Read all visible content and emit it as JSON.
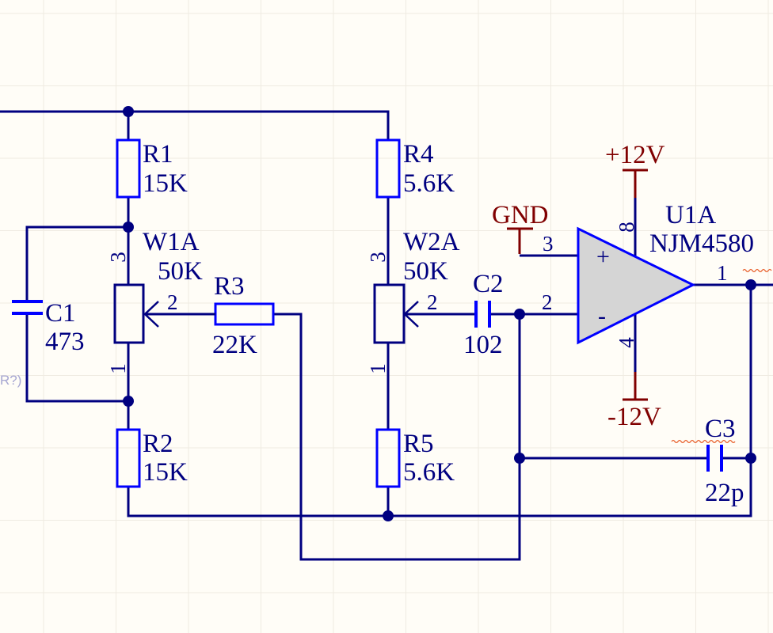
{
  "colors": {
    "bg": "#FFFDF7",
    "grid": "#EFEBE2",
    "wire": "#000080",
    "component": "#0000FF",
    "text": "#000080",
    "power": "#800000",
    "opamp_fill": "#D5D5D5",
    "error_marker": "#E8602C",
    "offsheet_text": "#A6A6D2"
  },
  "components": {
    "R1": {
      "designator": "R1",
      "value": "15K"
    },
    "R2": {
      "designator": "R2",
      "value": "15K"
    },
    "R3": {
      "designator": "R3",
      "value": "22K"
    },
    "R4": {
      "designator": "R4",
      "value": "5.6K"
    },
    "R5": {
      "designator": "R5",
      "value": "5.6K"
    },
    "W1A": {
      "designator": "W1A",
      "value": "50K",
      "pins": {
        "top": "3",
        "wiper": "2",
        "bottom": "1"
      }
    },
    "W2A": {
      "designator": "W2A",
      "value": "50K",
      "pins": {
        "top": "3",
        "wiper": "2",
        "bottom": "1"
      }
    },
    "C1": {
      "designator": "C1",
      "value": "473"
    },
    "C2": {
      "designator": "C2",
      "value": "102"
    },
    "C3": {
      "designator": "C3",
      "value": "22p"
    },
    "U1A": {
      "designator": "U1A",
      "comment": "NJM4580",
      "pins": {
        "noninverting": "3",
        "inverting": "2",
        "output": "1",
        "supply_pos": "8",
        "supply_neg": "4"
      },
      "input_marks": {
        "noninverting": "+",
        "inverting": "-"
      }
    }
  },
  "power_ports": {
    "ground": "GND",
    "positive": "+12V",
    "negative": "-12V"
  },
  "clipped_label": "R?)"
}
